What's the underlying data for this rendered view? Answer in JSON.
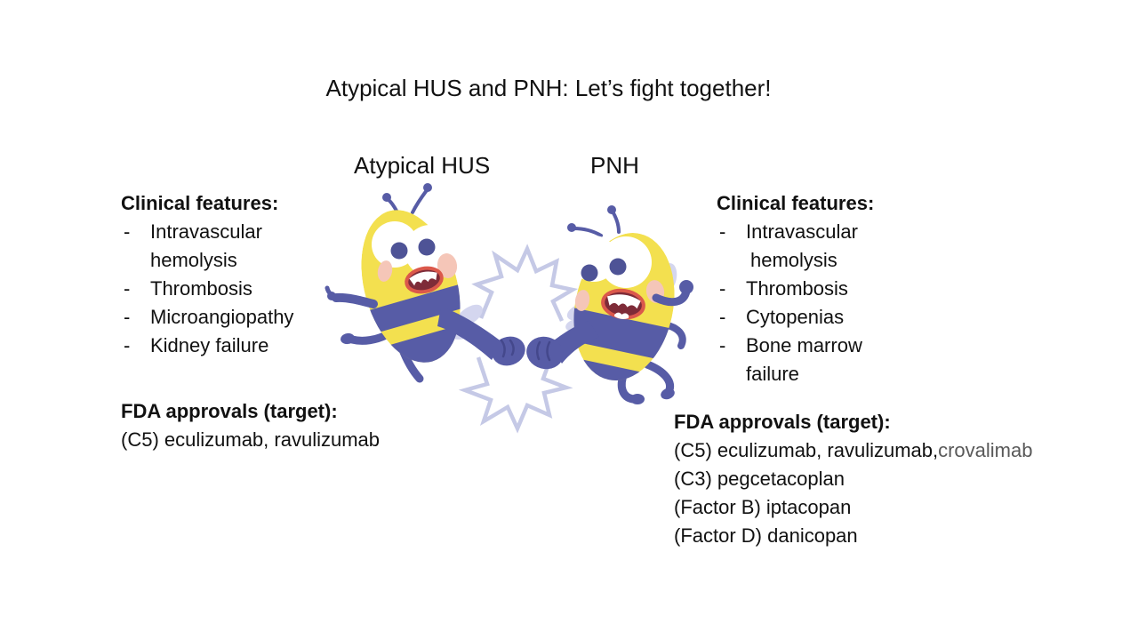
{
  "slide": {
    "title": "Atypical HUS and PNH: Let’s fight together!"
  },
  "left": {
    "header": "Atypical HUS",
    "clinical": {
      "heading": "Clinical features:",
      "lines": [
        {
          "bullet": "-",
          "text": "Intravascular"
        },
        {
          "bullet": "",
          "text": "hemolysis"
        },
        {
          "bullet": "-",
          "text": "Thrombosis"
        },
        {
          "bullet": "-",
          "text": "Microangiopathy"
        },
        {
          "bullet": "-",
          "text": "Kidney failure"
        }
      ]
    },
    "fda": {
      "heading": "FDA approvals (target):",
      "lines": [
        {
          "text": "(C5) eculizumab, ravulizumab"
        }
      ]
    }
  },
  "right": {
    "header": "PNH",
    "clinical": {
      "heading": "Clinical features:",
      "lines": [
        {
          "bullet": "-",
          "text": "Intravascular"
        },
        {
          "bullet": "",
          "text": "hemolysis"
        },
        {
          "bullet": "-",
          "text": "Thrombosis"
        },
        {
          "bullet": "-",
          "text": "Cytopenias"
        },
        {
          "bullet": "-",
          "text": "Bone marrow"
        },
        {
          "bullet": "",
          "text": "failure"
        }
      ]
    },
    "fda": {
      "heading": "FDA approvals (target):",
      "line1": {
        "main": "(C5) eculizumab, ravulizumab, ",
        "highlight": "crovalimab"
      },
      "lines": [
        {
          "text": "(C3) pegcetacoplan"
        },
        {
          "text": "(Factor B) iptacopan"
        },
        {
          "text": "(Factor D) danicopan"
        }
      ]
    }
  },
  "illustration": {
    "description": "two cartoon bees fist-bumping with impact starburst",
    "colors": {
      "bee_yellow": "#F3E04F",
      "bee_purple": "#575CA6",
      "bee_purple_dark": "#44488C",
      "wing_lavender": "#D4D6EF",
      "starburst": "#C5C9E6",
      "cheek_pink": "#F5C6B8",
      "mouth_red": "#DB584B",
      "mouth_dark": "#7E2B38",
      "pupil": "#4E5396"
    }
  },
  "text_colors": {
    "body_text": "#111111",
    "muted_drug": "#595959"
  }
}
